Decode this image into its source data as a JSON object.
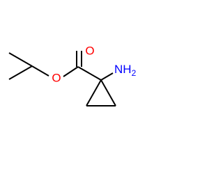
{
  "molecule": {
    "atoms": {
      "carbonyl_oxygen": {
        "symbol": "O",
        "color": "#ff0000"
      },
      "ester_oxygen": {
        "symbol": "O",
        "color": "#ff0000"
      },
      "amine": {
        "symbol": "NH",
        "subscript": "2",
        "color": "#0000ff"
      }
    },
    "bond_color": "#000000",
    "background": "#ffffff"
  }
}
